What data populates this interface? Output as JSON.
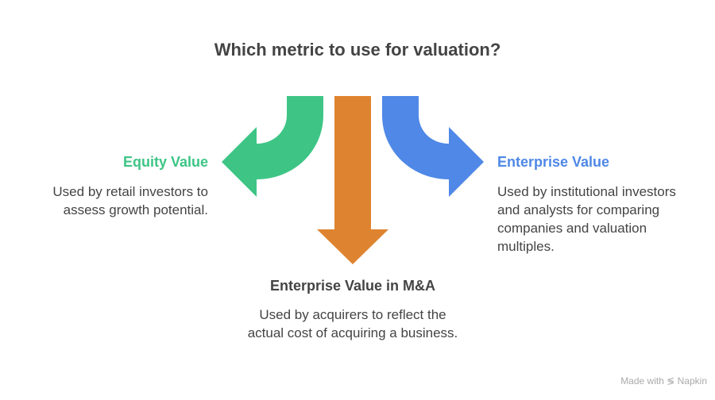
{
  "title": "Which metric to use for valuation?",
  "options": [
    {
      "heading": "Equity Value",
      "description": "Used by retail investors to assess growth potential.",
      "color": "#3EC586"
    },
    {
      "heading": "Enterprise Value in M&A",
      "description": "Used by acquirers to reflect the actual cost of acquiring a business.",
      "color": "#DE8430"
    },
    {
      "heading": "Enterprise Value",
      "description": "Used by institutional investors and analysts for comparing companies and valuation multiples.",
      "color": "#4F88E6"
    }
  ],
  "footer": {
    "label": "Made with",
    "brand": "Napkin"
  }
}
